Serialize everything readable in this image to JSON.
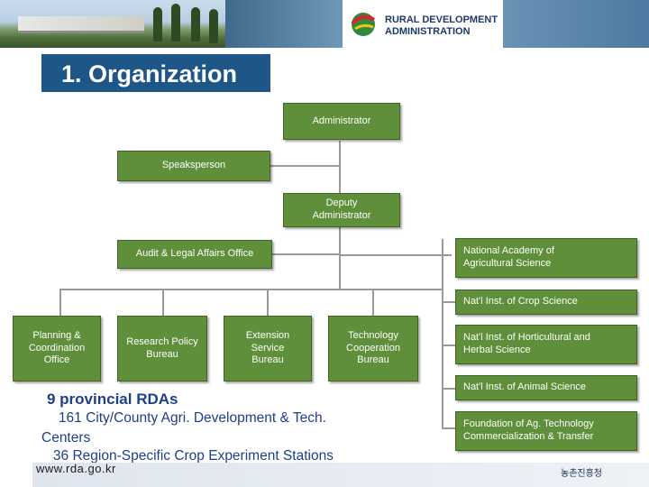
{
  "header": {
    "logo_line1": "RURAL DEVELOPMENT",
    "logo_line2": "ADMINISTRATION",
    "brand_color": "#1c3a66"
  },
  "title": "1. Organization",
  "chart": {
    "administrator": "Administrator",
    "speaksperson": "Speaksperson",
    "deputy": "Deputy\nAdministrator",
    "audit": "Audit & Legal Affairs Office",
    "planning": "Planning &\nCoordination\nOffice",
    "research_policy": "Research  Policy\nBureau",
    "extension": "Extension\nService\nBureau",
    "tech_coop": "Technology\nCooperation\nBureau",
    "naas": "National Academy of\nAgricultural Science",
    "crop": "Nat'l Inst. of  Crop Science",
    "horticultural": "Nat'l Inst. of Horticultural and\nHerbal Science",
    "animal": "Nat'l Inst. of Animal Science",
    "foundation": "Foundation of  Ag. Technology\nCommercialization & Transfer",
    "box_color": "#5f8f3a"
  },
  "rda_text": {
    "line1": "9 provincial RDAs",
    "line2": "   161 City/County Agri. Development & Tech.",
    "line3": "Centers",
    "line4": "   36 Region-Specific Crop Experiment Stations"
  },
  "footer": {
    "url": "www.rda.go.kr",
    "org_korean": "농촌진흥청"
  }
}
